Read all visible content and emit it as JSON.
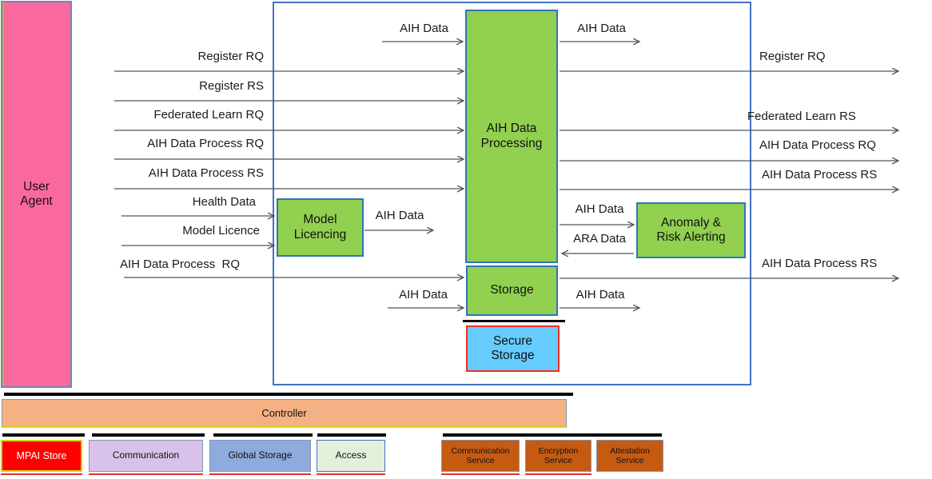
{
  "boxes": {
    "user_agent": "User Agent",
    "aih_data_processing": "AIH Data Processing",
    "model_licencing": "Model Licencing",
    "storage": "Storage",
    "secure_storage": "Secure Storage",
    "anomaly_risk_alerting": "Anomaly & Risk Alerting",
    "controller": "Controller",
    "mpai_store": "MPAI Store",
    "communication": "Communication",
    "global_storage": "Global Storage",
    "access": "Access",
    "communication_service": "Communication Service",
    "encryption_service": "Encryption Service",
    "attestation_service": "Attestation Service"
  },
  "left_flows": [
    "Register RQ",
    "Register RS",
    "Federated Learn RQ",
    "AIH Data Process RQ",
    "AIH Data Process RS",
    "Health Data",
    "Model Licence",
    "AIH Data Process  RQ"
  ],
  "right_flows": [
    "Register RQ",
    "Federated Learn RS",
    "AIH Data Process RQ",
    "AIH Data Process RS",
    "AIH Data Process RS"
  ],
  "data_flows": {
    "into_processing_top": "AIH Data",
    "out_processing_top": "AIH Data",
    "model_to_processing": "AIH Data",
    "processing_to_anomaly": "AIH Data",
    "anomaly_to_processing": "ARA Data",
    "into_storage": "AIH Data",
    "out_storage": "AIH Data"
  },
  "colors": {
    "process_green": "#92D050",
    "user_agent_pink": "#FA699E",
    "secure_storage_cyan": "#66CCFF",
    "controller_orange": "#F4B183",
    "mpai_red": "#FF0000",
    "communication_purple": "#D9C2E9",
    "global_storage_blue": "#8FAADC",
    "access_green": "#E2EFD9",
    "service_orange": "#C55A11",
    "frame_blue": "#4472C4",
    "box_border_blue": "#2E75B6",
    "secure_border_red": "#F03022"
  }
}
